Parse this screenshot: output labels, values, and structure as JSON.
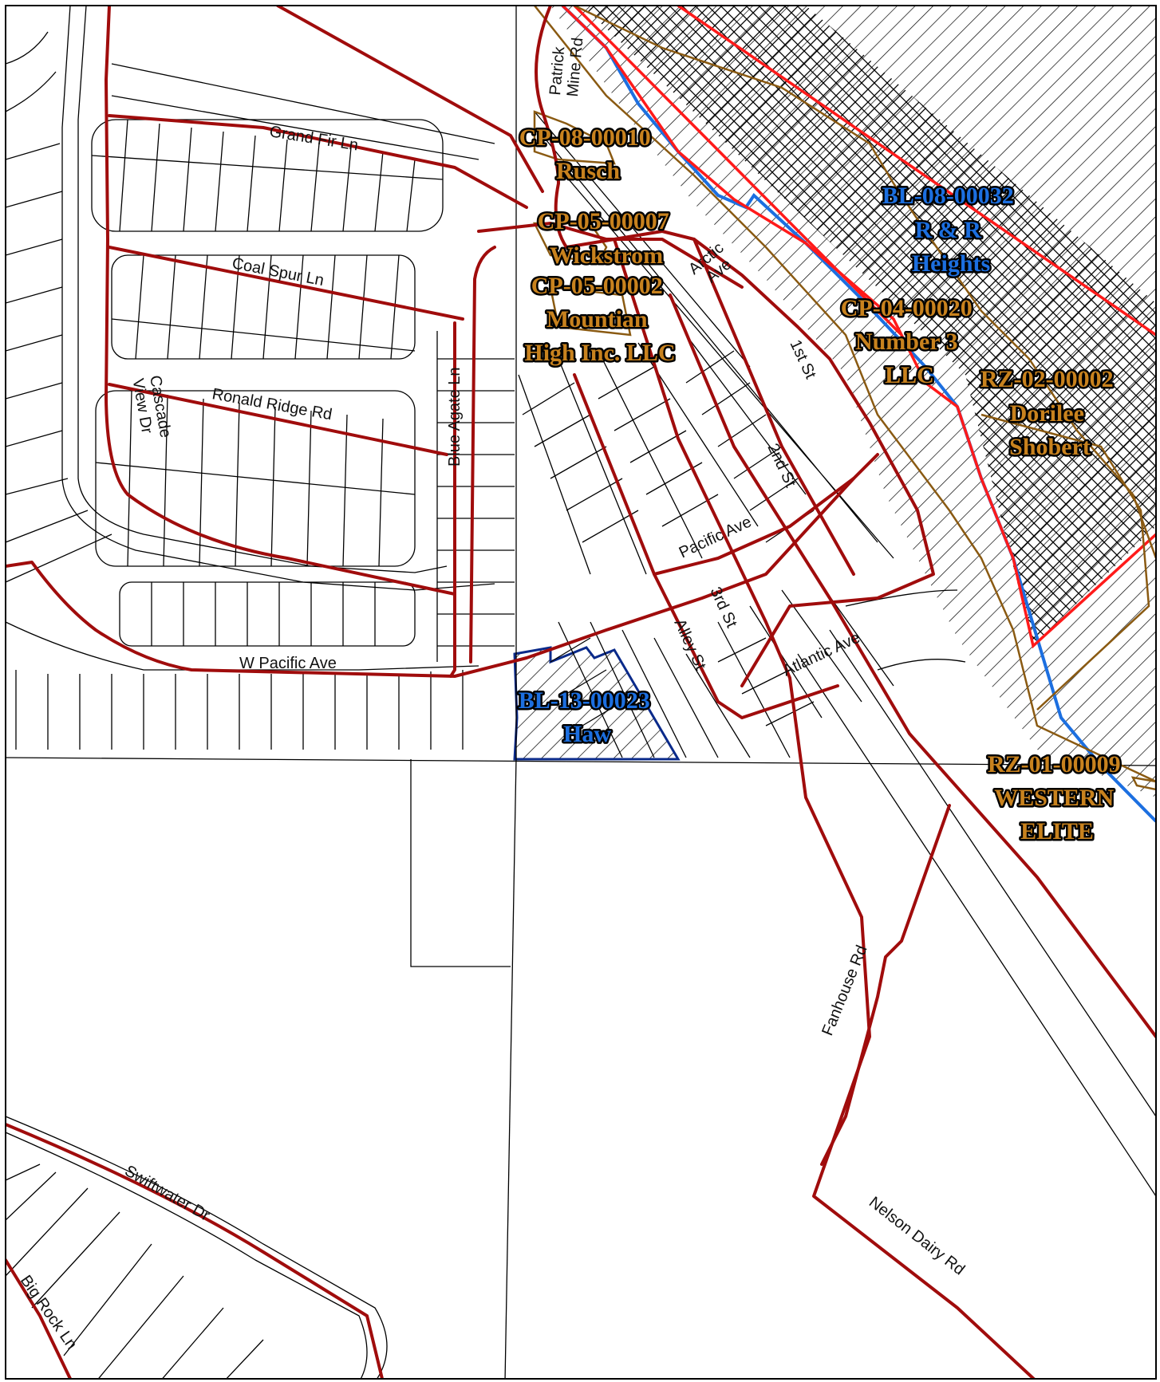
{
  "map": {
    "roads": [
      {
        "id": "grand-fir",
        "label": "Grand Fir Ln"
      },
      {
        "id": "coal-spur",
        "label": "Coal Spur Ln"
      },
      {
        "id": "ronald-ridge",
        "label": "Ronald Ridge Rd"
      },
      {
        "id": "cascade-view",
        "label_line1": "Cascade",
        "label_line2": "View Dr"
      },
      {
        "id": "blue-agate",
        "label": "Blue Agate Ln"
      },
      {
        "id": "patrick-mine",
        "label_line1": "Patrick",
        "label_line2": "Mine Rd"
      },
      {
        "id": "arctic",
        "label_line1": "Arctic",
        "label_line2": "Ave"
      },
      {
        "id": "first-st",
        "label": "1st St"
      },
      {
        "id": "second-st",
        "label": "2nd St"
      },
      {
        "id": "pacific",
        "label": "Pacific Ave"
      },
      {
        "id": "third-st",
        "label": "3rd St"
      },
      {
        "id": "alley",
        "label": "Alley St"
      },
      {
        "id": "atlantic",
        "label": "Atlantic Ave"
      },
      {
        "id": "w-pacific",
        "label": "W Pacific Ave"
      },
      {
        "id": "fanhouse",
        "label": "Fanhouse Rd"
      },
      {
        "id": "nelson-dairy",
        "label": "Nelson Dairy Rd"
      },
      {
        "id": "swiftwater",
        "label": "Swiftwater Dr"
      },
      {
        "id": "big-rock",
        "label": "Big Rock Ln"
      }
    ],
    "cases": [
      {
        "id": "cp-08-00010",
        "lines": [
          "CP-08-00010",
          "Rusch"
        ],
        "color": "#c8821e"
      },
      {
        "id": "cp-05-00007",
        "lines": [
          "CP-05-00007",
          "Wickstrom"
        ],
        "color": "#c8821e"
      },
      {
        "id": "cp-05-00002",
        "lines": [
          "CP-05-00002",
          "Mountian",
          "High Inc. LLC"
        ],
        "color": "#c8821e"
      },
      {
        "id": "bl-08-00032",
        "lines": [
          "BL-08-00032",
          "R & R",
          "Heights"
        ],
        "color": "#1c6fe0"
      },
      {
        "id": "cp-04-00020",
        "lines": [
          "CP-04-00020",
          "Number 3",
          "LLC"
        ],
        "color": "#c8821e"
      },
      {
        "id": "rz-02-00002",
        "lines": [
          "RZ-02-00002",
          "Dorilee",
          "Shobert"
        ],
        "color": "#c8821e"
      },
      {
        "id": "bl-13-00023",
        "lines": [
          "BL-13-00023",
          "Haw"
        ],
        "color": "#1c6fe0"
      },
      {
        "id": "rz-01-00009",
        "lines": [
          "RZ-01-00009",
          "WESTERN",
          "ELITE"
        ],
        "color": "#c8821e"
      }
    ],
    "colors": {
      "road": "#a00c0c",
      "boundary_red": "#ff1a1a",
      "waterway_blue": "#1c6fe0",
      "case_outline": "#8a5a12",
      "haw_outline": "#0a2a8a"
    }
  }
}
